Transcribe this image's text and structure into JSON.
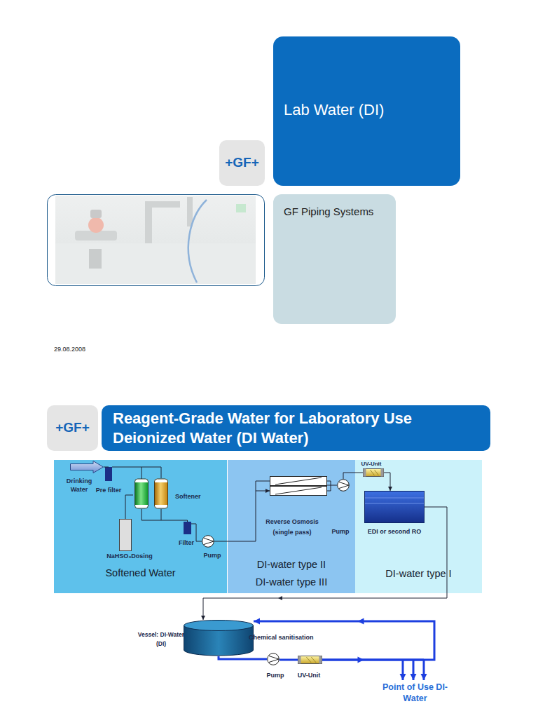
{
  "diagram": {
    "title": "Reagent-Grade Water for Laboratory Use Deionized Water (DI Water)",
    "nodes": [
      {
        "text": [
          "Lab Water (DI)"
        ]
      },
      {
        "text": [
          "+GF+"
        ]
      },
      {
        "text": [
          "GF Piping Systems"
        ]
      },
      {
        "text": [
          "+GF+"
        ]
      },
      {
        "text": [
          "Softened Water"
        ]
      },
      {
        "text": [
          "DI-water type II",
          "DI-water type III"
        ]
      },
      {
        "text": [
          "DI-water type I"
        ]
      },
      {
        "text": [
          "Drinking Water"
        ],
        "in": 4
      },
      {
        "text": [
          "Pre filter"
        ],
        "in": 4
      },
      {
        "text": [
          "Softener"
        ],
        "in": 4
      },
      {
        "text": [
          "NaHSO₃Dosing"
        ],
        "in": 4
      },
      {
        "text": [
          "Filter"
        ],
        "in": 4
      },
      {
        "text": [
          "Pump"
        ],
        "in": 4
      },
      {
        "text": [
          "Reverse Osmosis (single pass)"
        ],
        "in": 5
      },
      {
        "text": [
          "Pump"
        ],
        "in": 5
      },
      {
        "text": [
          "UV-Unit"
        ],
        "in": 6
      },
      {
        "text": [
          "EDI or second RO"
        ],
        "in": 6
      },
      {
        "text": [
          "Vessel: DI-Water (DI)"
        ]
      },
      {
        "text": [
          "Pump"
        ]
      },
      {
        "text": [
          "UV-Unit"
        ]
      },
      {
        "text": [
          "Point of Use DI-Water"
        ]
      }
    ],
    "edges": [
      {
        "from": 7,
        "to": 8,
        "arrow": "none"
      },
      {
        "from": 8,
        "to": 9,
        "arrow": "none"
      },
      {
        "from": 10,
        "to": 9,
        "arrow": "none"
      },
      {
        "from": 9,
        "to": 11,
        "arrow": "none"
      },
      {
        "from": 11,
        "to": 12,
        "arrow": "none"
      },
      {
        "from": 12,
        "to": 13,
        "arrow": "to"
      },
      {
        "from": 13,
        "to": 14,
        "arrow": "none"
      },
      {
        "from": 14,
        "to": 15,
        "arrow": "none"
      },
      {
        "from": 15,
        "to": 16,
        "arrow": "to"
      },
      {
        "from": 16,
        "to": 17,
        "arrow": "to"
      },
      {
        "from": 17,
        "to": 18,
        "arrow": "none"
      },
      {
        "from": 18,
        "to": 19,
        "arrow": "none"
      },
      {
        "from": 19,
        "to": 20,
        "arrow": "to"
      },
      {
        "from": 19,
        "to": 17,
        "arrow": "to"
      }
    ],
    "labels": [
      "29.08.2008",
      "Chemical sanitisation"
    ]
  }
}
